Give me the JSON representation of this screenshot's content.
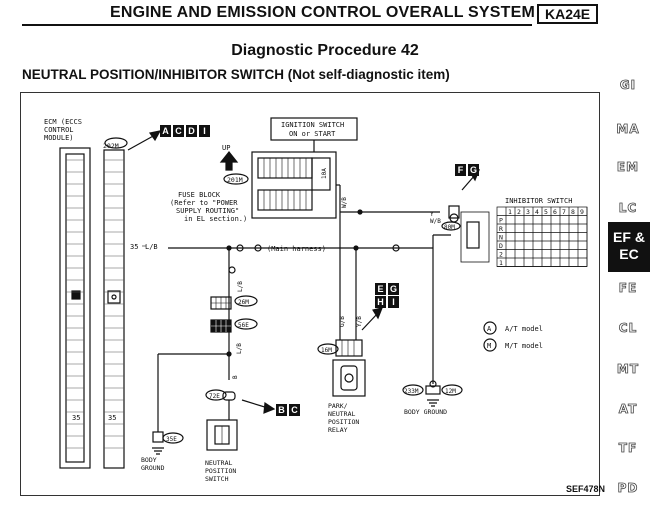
{
  "header": {
    "title": "ENGINE AND EMISSION CONTROL OVERALL SYSTEM",
    "model": "KA24E"
  },
  "procedure_title": "Diagnostic Procedure 42",
  "section_title": "NEUTRAL POSITION/INHIBITOR SWITCH (Not self-diagnostic item)",
  "sidebar": {
    "tabs": [
      "GI",
      "MA",
      "EM",
      "LC",
      "FE",
      "CL",
      "MT",
      "AT",
      "TF",
      "PD"
    ],
    "active_line1": "EF &",
    "active_line2": "EC"
  },
  "diagram": {
    "ecm_label": [
      "ECM (ECCS",
      "CONTROL",
      "MODULE)"
    ],
    "ecm_connector": "202M",
    "ecm_terminal": "35",
    "page_refs": {
      "top_left": [
        "A",
        "C",
        "D",
        "I"
      ],
      "top_right": [
        "F",
        "G"
      ],
      "middle_row1": [
        "E",
        "G"
      ],
      "middle_row2": [
        "H",
        "I"
      ],
      "bottom": [
        "B",
        "C"
      ]
    },
    "up_label": "UP",
    "connector_201m": "201M",
    "ignition_switch": [
      "IGNITION SWITCH",
      "ON or START"
    ],
    "fuse_label": "10A",
    "fuse_block": [
      "FUSE BLOCK",
      "(Refer to \"POWER",
      "SUPPLY ROUTING\"",
      "in EL section.)"
    ],
    "wire_35": "35",
    "wire_lb": "L/B",
    "wire_wb": "W/B",
    "wire_y": "Y",
    "wire_gb": "G/B",
    "wire_b": "B",
    "wire_yb": "Y/B",
    "main_harness": "(Main harness)",
    "connector_26m": "26M",
    "connector_56e": "56E",
    "connector_72e": "72E",
    "connector_35e": "35E",
    "connector_16m": "16M",
    "connector_233m": "233M",
    "connector_12m": "12M",
    "connector_80m": "80M",
    "inhibitor_switch": "INHIBITOR SWITCH",
    "inhibitor_columns": [
      "1",
      "2",
      "3",
      "4",
      "5",
      "6",
      "7",
      "8",
      "9"
    ],
    "inhibitor_rows": [
      "P",
      "R",
      "N",
      "D",
      "2",
      "1"
    ],
    "legend_a": "A/T model",
    "legend_m": "M/T model",
    "neutral_switch": [
      "NEUTRAL",
      "POSITION",
      "SWITCH"
    ],
    "park_relay": [
      "PARK/",
      "NEUTRAL",
      "POSITION",
      "RELAY"
    ],
    "body_ground": [
      "BODY",
      "GROUND"
    ],
    "body_ground_right": "BODY GROUND"
  },
  "figure_code": "SEF478N",
  "colors": {
    "ink": "#111111",
    "background": "#ffffff"
  }
}
